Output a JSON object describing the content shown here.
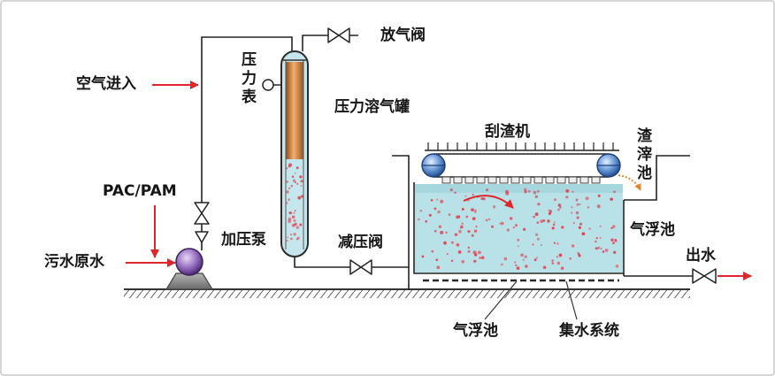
{
  "labels": {
    "vent_valve": "放气阀",
    "air_in": "空气进入",
    "pressure_gauge": "压力表",
    "pressure_tank": "压力溶气罐",
    "scraper": "刮渣机",
    "scum_pit": "渣滓池",
    "pac_pam": "PAC/PAM",
    "pump": "加压泵",
    "flotation_tank_side": "气浮池",
    "reducing_valve": "减压阀",
    "raw_water": "污水原水",
    "outlet": "出水",
    "flotation_tank_bottom": "气浮池",
    "collection_system": "集水系统"
  },
  "colors": {
    "flow_arrow": "#e0262b",
    "water": "#b8e2e8",
    "bubbles": "#e0414f",
    "tank_core": "#d9823b",
    "pump": "#7a4fa8",
    "roller": "#3f74c0",
    "scum_arrow": "#e8852a"
  }
}
